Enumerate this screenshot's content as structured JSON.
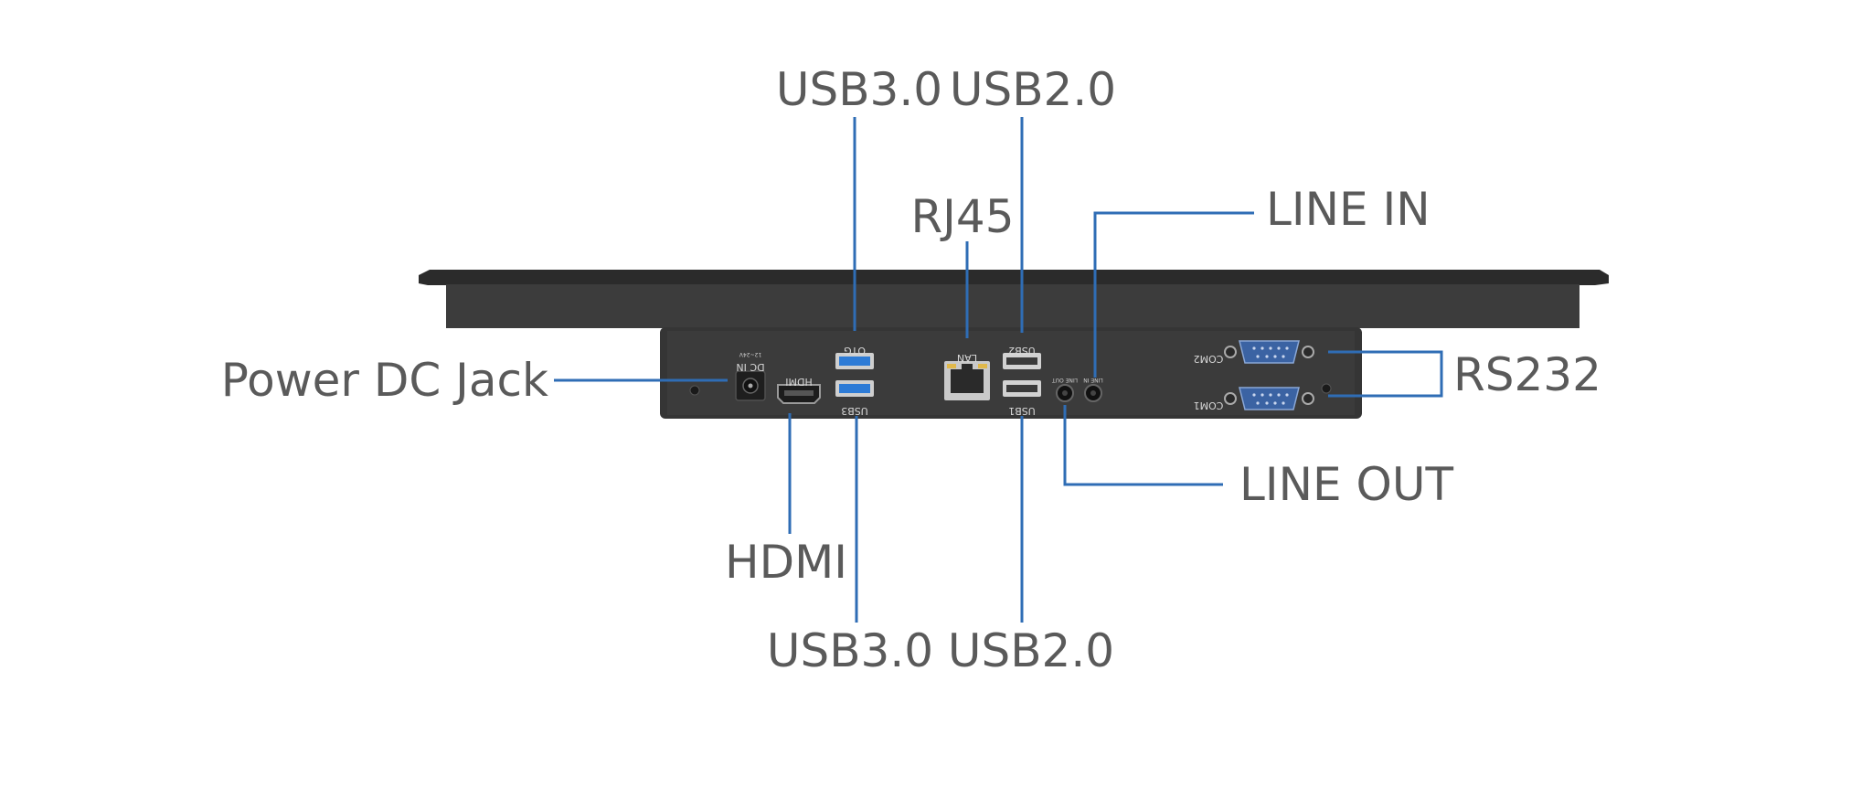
{
  "callouts": {
    "usb30_top": "USB3.0",
    "usb20_top": "USB2.0",
    "rj45": "RJ45",
    "line_in": "LINE IN",
    "power_dc_jack": "Power DC Jack",
    "rs232": "RS232",
    "line_out": "LINE OUT",
    "hdmi": "HDMI",
    "usb30_bottom": "USB3.0",
    "usb20_bottom": "USB2.0"
  },
  "silkscreen": {
    "dc_in": "DC IN",
    "dc_volts": "12~24V",
    "hdmi": "HDMI",
    "otg": "OTG",
    "usb3": "USB3",
    "lan": "LAN",
    "usb2": "USB2",
    "usb1": "USB1",
    "line_out": "LINE OUT",
    "line_in": "LINE IN",
    "com2": "COM2",
    "com1": "COM1"
  },
  "colors": {
    "leader": "#2f6db5",
    "label": "#5a5a5a",
    "chassis": "#3a3a3a",
    "db9": "#3b63a3"
  }
}
